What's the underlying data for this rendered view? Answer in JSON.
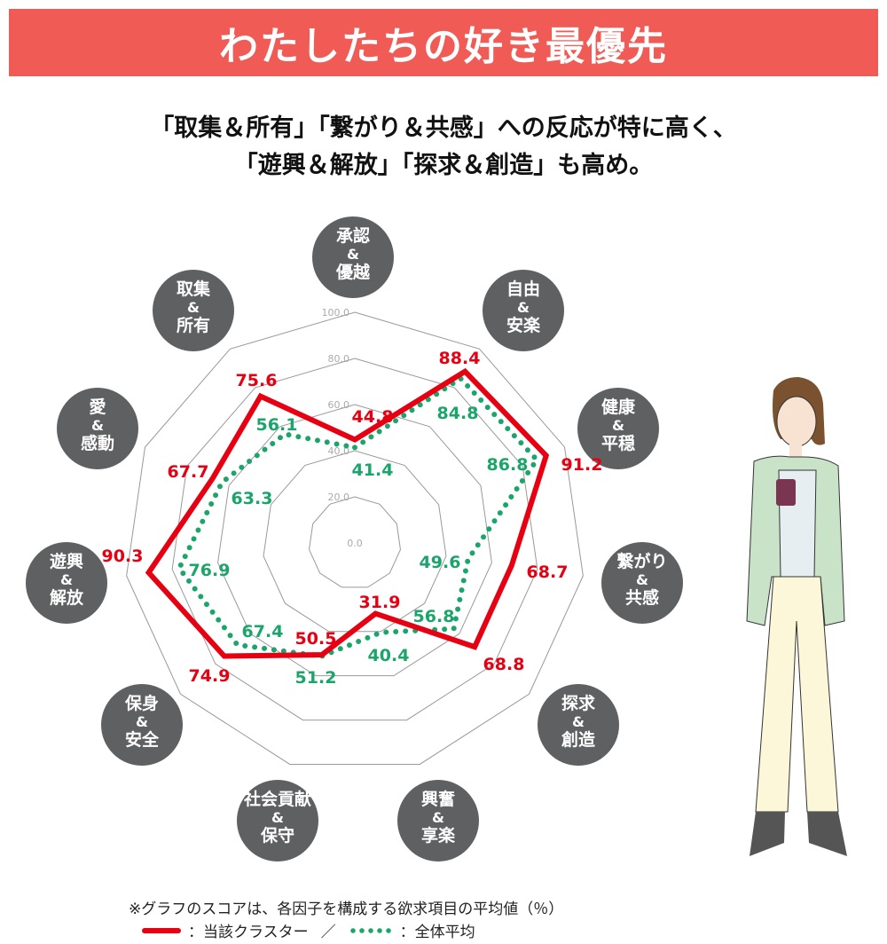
{
  "header": {
    "title": "わたしたちの好き最優先"
  },
  "subtitle": {
    "line1": "「取集＆所有」「繋がり＆共感」への反応が特に高く、",
    "line2": "「遊興＆解放」「探求＆創造」も高め。"
  },
  "chart_data": {
    "type": "radar",
    "categories": [
      "承認\n&\n優越",
      "自由\n&\n安楽",
      "健康\n&\n平穏",
      "繋がり\n&\n共感",
      "探求\n&\n創造",
      "興奮\n&\n享楽",
      "社会貢献\n&\n保守",
      "保身\n&\n安全",
      "遊興\n&\n解放",
      "愛\n&\n感動",
      "取集\n&\n所有"
    ],
    "rlim": [
      0,
      100
    ],
    "ticks": [
      "0.0",
      "20.0",
      "40.0",
      "60.0",
      "80.0",
      "100.0"
    ],
    "series": [
      {
        "name": "当該クラスター",
        "color": "#e60012",
        "style": "solid",
        "values": [
          44.8,
          88.4,
          91.2,
          68.7,
          68.8,
          31.9,
          50.5,
          74.9,
          90.3,
          67.7,
          75.6
        ]
      },
      {
        "name": "全体平均",
        "color": "#1aa56b",
        "style": "dotted",
        "values": [
          41.4,
          84.8,
          86.8,
          49.6,
          56.8,
          40.4,
          51.2,
          67.4,
          76.9,
          63.3,
          56.1
        ]
      }
    ]
  },
  "footer": {
    "note": "※グラフのスコアは、各因子を構成する欲求項目の平均値（％）",
    "legend_red": "：当該クラスター",
    "legend_sep": "／",
    "legend_green": "：全体平均"
  }
}
